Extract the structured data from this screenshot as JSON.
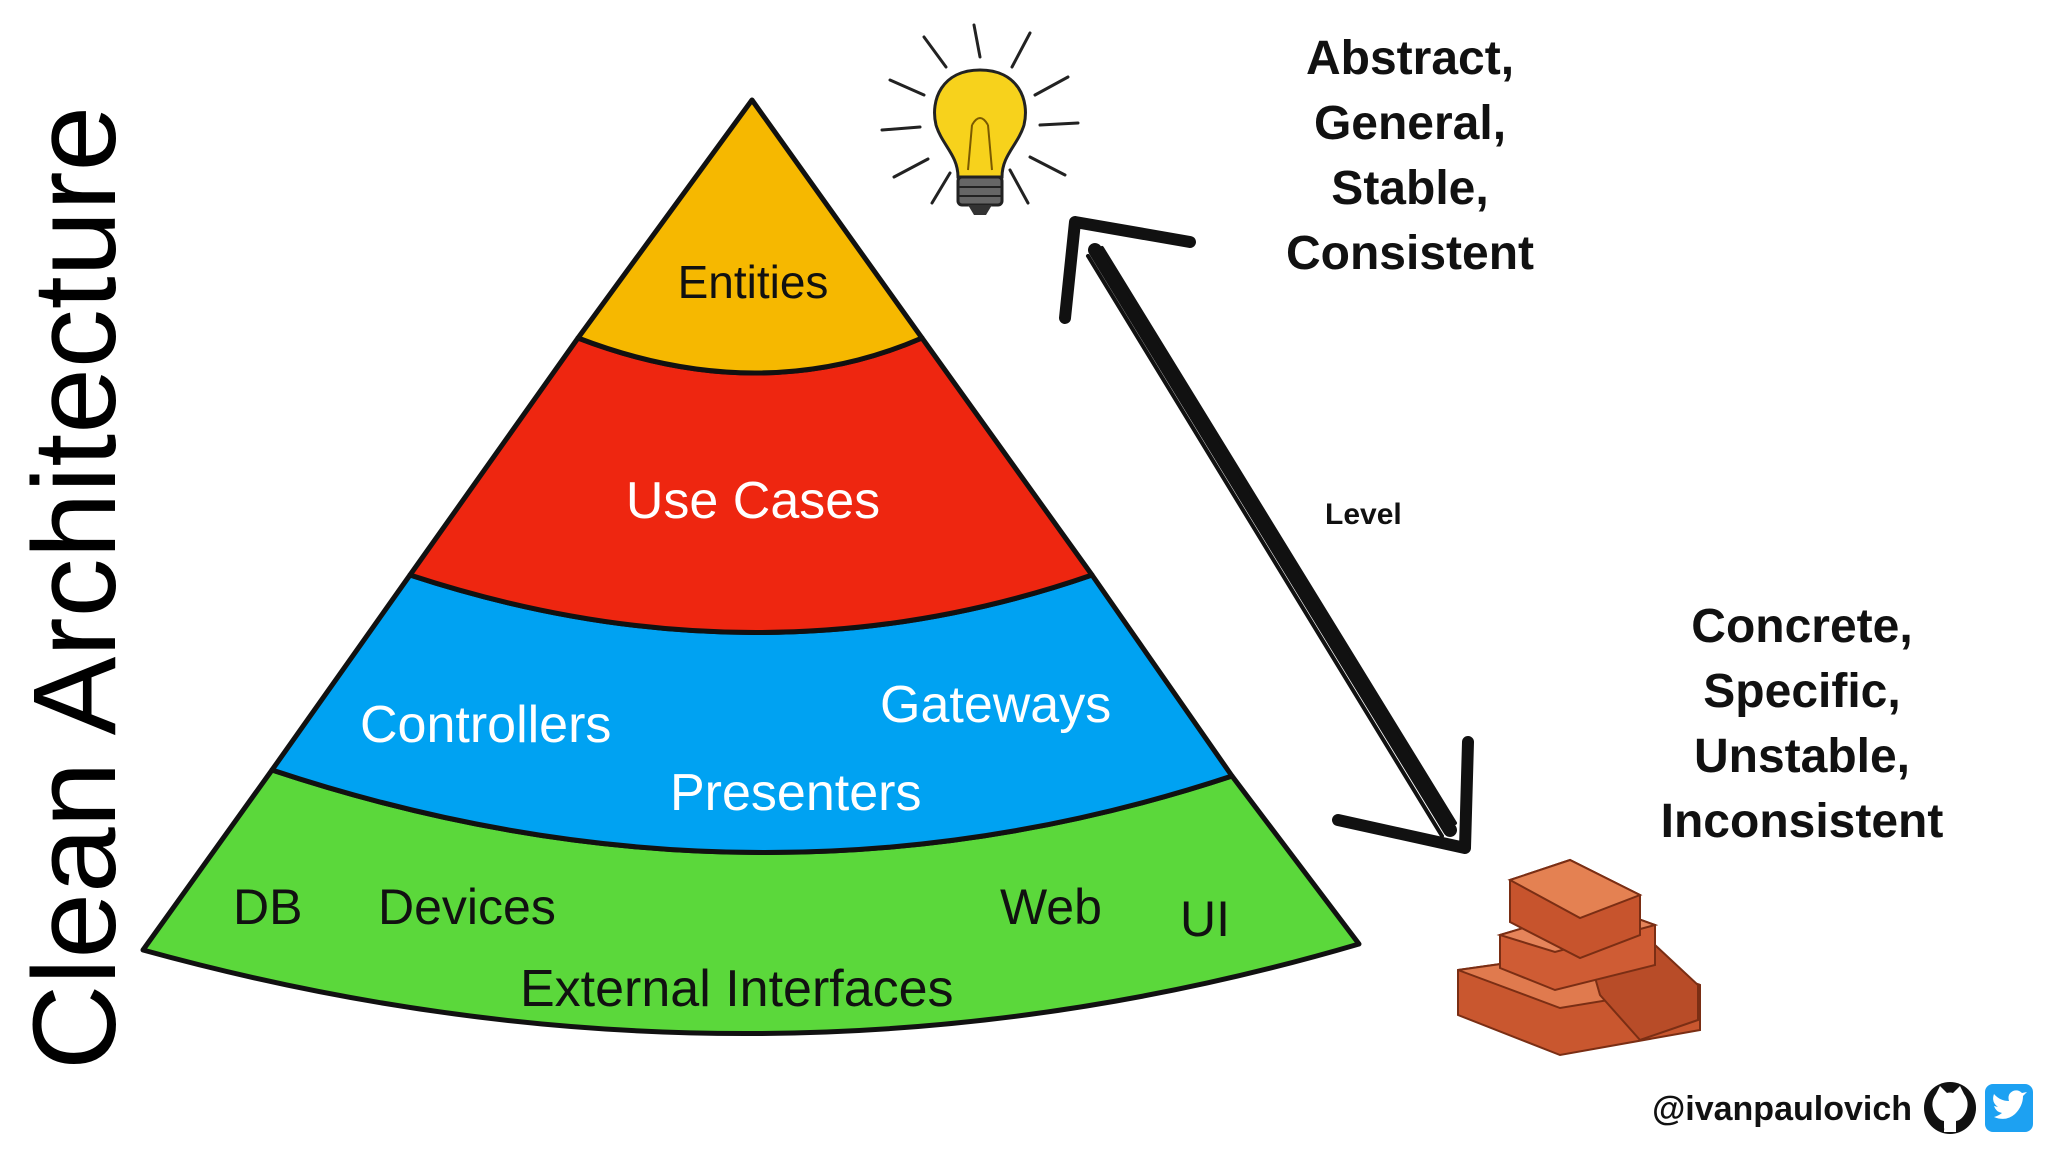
{
  "title": "Clean Architecture",
  "layers": {
    "entities": {
      "label": "Entities",
      "color": "#F6B800"
    },
    "use_cases": {
      "label": "Use Cases",
      "color": "#EE2610"
    },
    "adapters": {
      "color": "#00A2F2",
      "controllers": "Controllers",
      "gateways": "Gateways",
      "presenters": "Presenters"
    },
    "external": {
      "color": "#5BD83B",
      "db": "DB",
      "devices": "Devices",
      "web": "Web",
      "ui": "UI",
      "label": "External Interfaces"
    }
  },
  "level_label": "Level",
  "top_text": [
    "Abstract,",
    "General,",
    "Stable,",
    "Consistent"
  ],
  "bottom_text": [
    "Concrete,",
    "Specific,",
    "Unstable,",
    "Inconsistent"
  ],
  "handle": "@ivanpaulovich",
  "icons": [
    "lightbulb-icon",
    "bricks-icon",
    "github-icon",
    "twitter-icon"
  ]
}
